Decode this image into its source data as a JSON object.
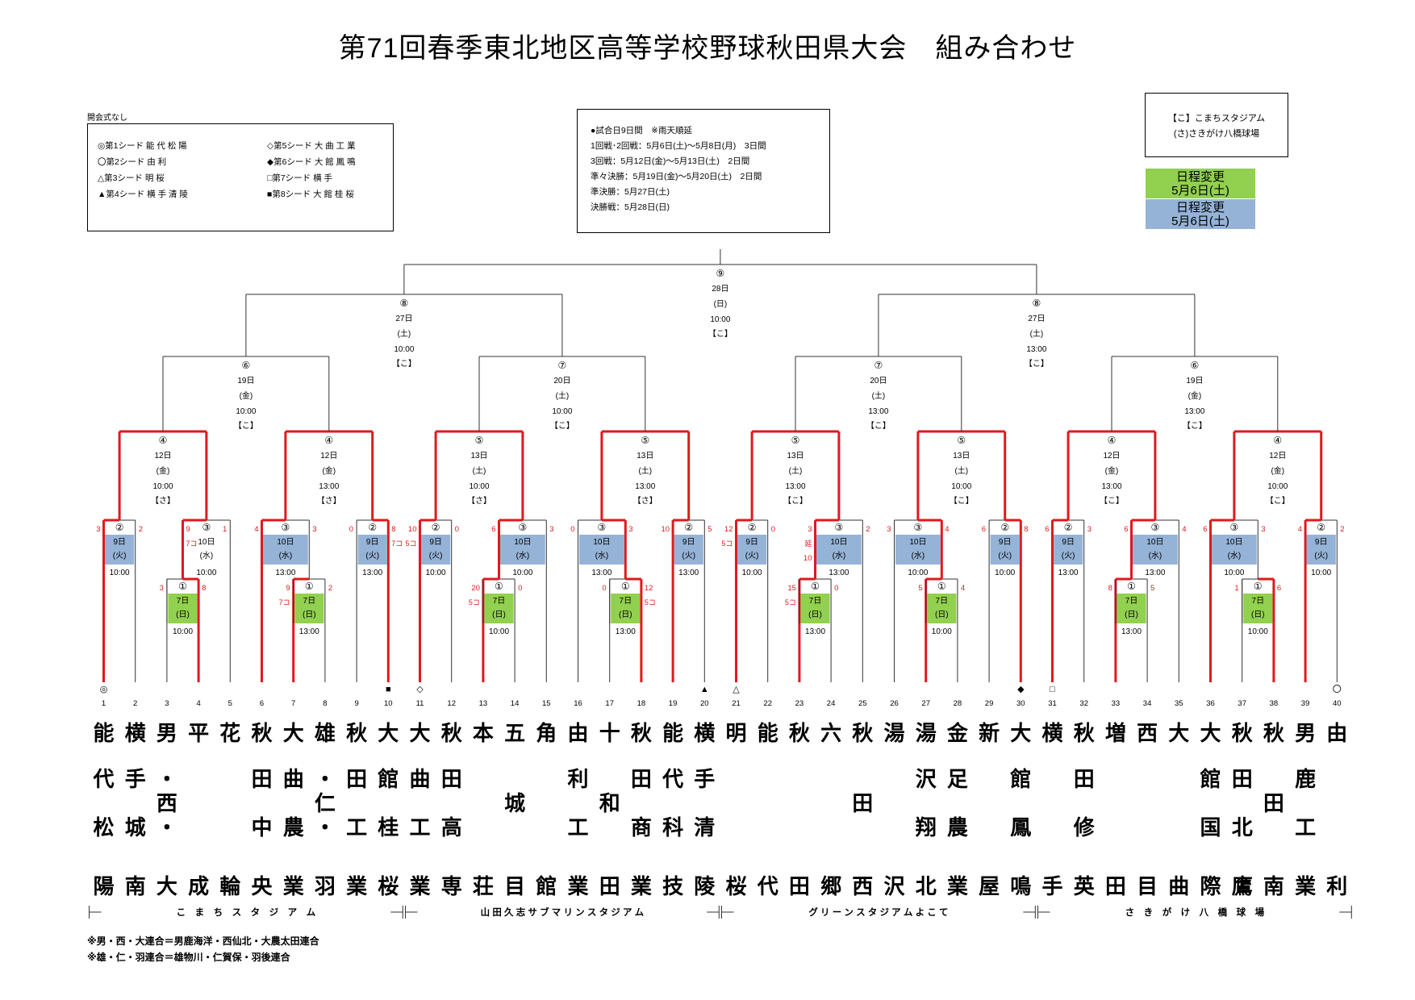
{
  "title": "第71回春季東北地区高等学校野球秋田県大会　組み合わせ",
  "opening": "開会式なし",
  "seeds_left": [
    "◎第1シード  能  代  松  陽",
    "〇第2シード  由           利",
    "△第3シード  明           桜",
    "▲第4シード  横  手  清  陵"
  ],
  "seeds_right": [
    "◇第5シード  大  曲  工  業",
    "◆第6シード  大  館  鳳  鳴",
    "□第7シード  横           手",
    "■第8シード  大  館  桂  桜"
  ],
  "schedule": [
    "●試合日9日間　※雨天順延",
    "1回戦･2回戦：5月6日(土)～5月8日(月)　3日間",
    "3回戦：5月12日(金)～5月13日(土)　2日間",
    "準々決勝：5月19日(金)～5月20日(土)　2日間",
    "準決勝：5月27日(土)",
    "決勝戦：5月28日(日)"
  ],
  "venues": [
    "【こ】こまちスタジアム",
    "(さ)さきがけ八橋球場"
  ],
  "changes": [
    {
      "label": "日程変更",
      "date": "5月6日(土)",
      "color": "#92d050"
    },
    {
      "label": "日程変更",
      "date": "5月6日(土)",
      "color": "#95b3d7"
    }
  ],
  "teams": [
    {
      "no": "1",
      "mark": "◎",
      "name": [
        "能",
        "代",
        "",
        "松",
        "",
        "陽"
      ]
    },
    {
      "no": "2",
      "mark": "",
      "name": [
        "横",
        "手",
        "",
        "城",
        "",
        "南"
      ]
    },
    {
      "no": "3",
      "mark": "",
      "name": [
        "男",
        "・",
        "西",
        "・",
        "",
        "大"
      ]
    },
    {
      "no": "4",
      "mark": "",
      "name": [
        "平",
        "",
        "",
        "",
        "",
        "成"
      ]
    },
    {
      "no": "5",
      "mark": "",
      "name": [
        "花",
        "",
        "",
        "",
        "",
        "輪"
      ]
    },
    {
      "no": "6",
      "mark": "",
      "name": [
        "秋",
        "田",
        "",
        "中",
        "",
        "央"
      ]
    },
    {
      "no": "7",
      "mark": "",
      "name": [
        "大",
        "曲",
        "",
        "農",
        "",
        "業"
      ]
    },
    {
      "no": "8",
      "mark": "",
      "name": [
        "雄",
        "・",
        "仁",
        "・",
        "",
        "羽"
      ]
    },
    {
      "no": "9",
      "mark": "",
      "name": [
        "秋",
        "田",
        "",
        "工",
        "",
        "業"
      ]
    },
    {
      "no": "10",
      "mark": "■",
      "name": [
        "大",
        "館",
        "",
        "桂",
        "",
        "桜"
      ]
    },
    {
      "no": "11",
      "mark": "◇",
      "name": [
        "大",
        "曲",
        "",
        "工",
        "",
        "業"
      ]
    },
    {
      "no": "12",
      "mark": "",
      "name": [
        "秋",
        "田",
        "",
        "高",
        "",
        "専"
      ]
    },
    {
      "no": "13",
      "mark": "",
      "name": [
        "本",
        "",
        "",
        "",
        "",
        "荘"
      ]
    },
    {
      "no": "14",
      "mark": "",
      "name": [
        "五",
        "",
        "城",
        "",
        "",
        "目"
      ]
    },
    {
      "no": "15",
      "mark": "",
      "name": [
        "角",
        "",
        "",
        "",
        "",
        "館"
      ]
    },
    {
      "no": "16",
      "mark": "",
      "name": [
        "由",
        "利",
        "",
        "工",
        "",
        "業"
      ]
    },
    {
      "no": "17",
      "mark": "",
      "name": [
        "十",
        "",
        "和",
        "",
        "",
        "田"
      ]
    },
    {
      "no": "18",
      "mark": "",
      "name": [
        "秋",
        "田",
        "",
        "商",
        "",
        "業"
      ]
    },
    {
      "no": "19",
      "mark": "",
      "name": [
        "能",
        "代",
        "",
        "科",
        "",
        "技"
      ]
    },
    {
      "no": "20",
      "mark": "▲",
      "name": [
        "横",
        "手",
        "",
        "清",
        "",
        "陵"
      ]
    },
    {
      "no": "21",
      "mark": "△",
      "name": [
        "明",
        "",
        "",
        "",
        "",
        "桜"
      ]
    },
    {
      "no": "22",
      "mark": "",
      "name": [
        "能",
        "",
        "",
        "",
        "",
        "代"
      ]
    },
    {
      "no": "23",
      "mark": "",
      "name": [
        "秋",
        "",
        "",
        "",
        "",
        "田"
      ]
    },
    {
      "no": "24",
      "mark": "",
      "name": [
        "六",
        "",
        "",
        "",
        "",
        "郷"
      ]
    },
    {
      "no": "25",
      "mark": "",
      "name": [
        "秋",
        "",
        "田",
        "",
        "",
        "西"
      ]
    },
    {
      "no": "26",
      "mark": "",
      "name": [
        "湯",
        "",
        "",
        "",
        "",
        "沢"
      ]
    },
    {
      "no": "27",
      "mark": "",
      "name": [
        "湯",
        "沢",
        "",
        "翔",
        "",
        "北"
      ]
    },
    {
      "no": "28",
      "mark": "",
      "name": [
        "金",
        "足",
        "",
        "農",
        "",
        "業"
      ]
    },
    {
      "no": "29",
      "mark": "",
      "name": [
        "新",
        "",
        "",
        "",
        "",
        "屋"
      ]
    },
    {
      "no": "30",
      "mark": "◆",
      "name": [
        "大",
        "館",
        "",
        "鳳",
        "",
        "鳴"
      ]
    },
    {
      "no": "31",
      "mark": "□",
      "name": [
        "横",
        "",
        "",
        "",
        "",
        "手"
      ]
    },
    {
      "no": "32",
      "mark": "",
      "name": [
        "秋",
        "田",
        "",
        "修",
        "",
        "英"
      ]
    },
    {
      "no": "33",
      "mark": "",
      "name": [
        "増",
        "",
        "",
        "",
        "",
        "田"
      ]
    },
    {
      "no": "34",
      "mark": "",
      "name": [
        "西",
        "",
        "",
        "",
        "",
        "目"
      ]
    },
    {
      "no": "35",
      "mark": "",
      "name": [
        "大",
        "",
        "",
        "",
        "",
        "曲"
      ]
    },
    {
      "no": "36",
      "mark": "",
      "name": [
        "大",
        "館",
        "",
        "国",
        "",
        "際"
      ]
    },
    {
      "no": "37",
      "mark": "",
      "name": [
        "秋",
        "田",
        "",
        "北",
        "",
        "鷹"
      ]
    },
    {
      "no": "38",
      "mark": "",
      "name": [
        "秋",
        "",
        "田",
        "",
        "",
        "南"
      ]
    },
    {
      "no": "39",
      "mark": "",
      "name": [
        "男",
        "鹿",
        "",
        "工",
        "",
        "業"
      ]
    },
    {
      "no": "40",
      "mark": "〇",
      "name": [
        "由",
        "",
        "",
        "",
        "",
        "利"
      ]
    }
  ],
  "first_round": [
    {
      "left": "3",
      "right": "4",
      "winner": "right",
      "ls": "3",
      "rs": "8",
      "date": "7日",
      "dow": "(日)",
      "time": "10:00",
      "c": "#92d050"
    },
    {
      "left": "7",
      "right": "8",
      "winner": "left",
      "ls": "9",
      "lsx": "7コ",
      "rs": "2",
      "date": "7日",
      "dow": "(日)",
      "time": "13:00",
      "c": "#92d050"
    },
    {
      "left": "13",
      "right": "14",
      "winner": "left",
      "ls": "20",
      "lsx": "5コ",
      "rs": "0",
      "date": "7日",
      "dow": "(日)",
      "time": "10:00",
      "c": "#92d050"
    },
    {
      "left": "17",
      "right": "18",
      "winner": "right",
      "ls": "0",
      "rs": "12",
      "rsx": "5コ",
      "date": "7日",
      "dow": "(日)",
      "time": "13:00",
      "c": "#92d050"
    },
    {
      "left": "23",
      "right": "24",
      "winner": "left",
      "ls": "15",
      "lsx": "5コ",
      "rs": "0",
      "date": "7日",
      "dow": "(日)",
      "time": "13:00",
      "c": "#92d050"
    },
    {
      "left": "27",
      "right": "28",
      "winner": "left",
      "ls": "5",
      "rs": "4",
      "date": "7日",
      "dow": "(日)",
      "time": "10:00",
      "c": "#92d050"
    },
    {
      "left": "33",
      "right": "34",
      "winner": "left",
      "ls": "8",
      "rs": "5",
      "date": "7日",
      "dow": "(日)",
      "time": "13:00",
      "c": "#92d050"
    },
    {
      "left": "37",
      "right": "38",
      "winner": "right",
      "ls": "1",
      "rs": "6",
      "date": "7日",
      "dow": "(日)",
      "time": "10:00",
      "c": "#92d050"
    }
  ],
  "second_round": [
    {
      "lbl": "②",
      "l": "1",
      "r": "2",
      "winner": "left",
      "ls": "3",
      "rs": "2",
      "date": "9日",
      "dow": "(火)",
      "time": "10:00"
    },
    {
      "lbl": "③",
      "l": "5",
      "r": "G0",
      "winner": "right",
      "ls": "1",
      "rs": "9",
      "rsx": "7コ",
      "date": "10日",
      "dow": "(水)",
      "time": "10:00"
    },
    {
      "lbl": "③",
      "l": "6",
      "r": "G1",
      "winner": "left",
      "ls": "4",
      "rs": "3",
      "date": "10日",
      "dow": "(水)",
      "time": "13:00"
    },
    {
      "lbl": "②",
      "l": "9",
      "r": "10",
      "winner": "right",
      "ls": "0",
      "rs": "8",
      "rsx": "7コ",
      "date": "9日",
      "dow": "(火)",
      "time": "13:00"
    },
    {
      "lbl": "②",
      "l": "11",
      "r": "12",
      "winner": "left",
      "ls": "10",
      "lsx": "5コ",
      "rs": "0",
      "date": "9日",
      "dow": "(火)",
      "time": "10:00"
    },
    {
      "lbl": "③",
      "l": "G2",
      "r": "15",
      "winner": "left",
      "ls": "6",
      "rs": "3",
      "date": "10日",
      "dow": "(水)",
      "time": "10:00"
    },
    {
      "lbl": "③",
      "l": "16",
      "r": "G3",
      "winner": "right",
      "ls": "0",
      "rs": "3",
      "date": "10日",
      "dow": "(水)",
      "time": "13:00"
    },
    {
      "lbl": "②",
      "l": "19",
      "r": "20",
      "winner": "left",
      "ls": "10",
      "rs": "5",
      "date": "9日",
      "dow": "(火)",
      "time": "13:00"
    },
    {
      "lbl": "②",
      "l": "21",
      "r": "22",
      "winner": "left",
      "ls": "12",
      "lsx": "5コ",
      "rs": "0",
      "date": "9日",
      "dow": "(火)",
      "time": "10:00"
    },
    {
      "lbl": "③",
      "l": "G4",
      "r": "25",
      "winner": "left",
      "ls": "3",
      "lsx": "延",
      "ls2": "10",
      "rs": "2",
      "date": "10日",
      "dow": "(水)",
      "time": "13:00"
    },
    {
      "lbl": "③",
      "l": "26",
      "r": "G5",
      "winner": "right",
      "ls": "3",
      "rs": "4",
      "date": "10日",
      "dow": "(水)",
      "time": "10:00"
    },
    {
      "lbl": "②",
      "l": "29",
      "r": "30",
      "winner": "right",
      "ls": "6",
      "rs": "8",
      "date": "9日",
      "dow": "(火)",
      "time": "10:00"
    },
    {
      "lbl": "②",
      "l": "31",
      "r": "32",
      "winner": "left",
      "ls": "6",
      "rs": "3",
      "date": "9日",
      "dow": "(火)",
      "time": "13:00"
    },
    {
      "lbl": "③",
      "l": "G6",
      "r": "35",
      "winner": "left",
      "ls": "6",
      "rs": "4",
      "date": "10日",
      "dow": "(水)",
      "time": "13:00"
    },
    {
      "lbl": "③",
      "l": "36",
      "r": "G7",
      "winner": "left",
      "ls": "6",
      "rs": "3",
      "date": "10日",
      "dow": "(水)",
      "time": "10:00"
    },
    {
      "lbl": "②",
      "l": "39",
      "r": "40",
      "winner": "left",
      "ls": "4",
      "rs": "2",
      "date": "9日",
      "dow": "(火)",
      "time": "10:00"
    }
  ],
  "third_round": [
    {
      "lbl": "④",
      "date": "12日",
      "dow": "(金)",
      "time": "10:00",
      "venue": "【さ】"
    },
    {
      "lbl": "④",
      "date": "12日",
      "dow": "(金)",
      "time": "13:00",
      "venue": "【さ】"
    },
    {
      "lbl": "⑤",
      "date": "13日",
      "dow": "(土)",
      "time": "10:00",
      "venue": "【さ】"
    },
    {
      "lbl": "⑤",
      "date": "13日",
      "dow": "(土)",
      "time": "13:00",
      "venue": "【さ】"
    },
    {
      "lbl": "⑤",
      "date": "13日",
      "dow": "(土)",
      "time": "13:00",
      "venue": "【こ】"
    },
    {
      "lbl": "⑤",
      "date": "13日",
      "dow": "(土)",
      "time": "10:00",
      "venue": "【こ】"
    },
    {
      "lbl": "④",
      "date": "12日",
      "dow": "(金)",
      "time": "13:00",
      "venue": "【こ】"
    },
    {
      "lbl": "④",
      "date": "12日",
      "dow": "(金)",
      "time": "10:00",
      "venue": "【こ】"
    }
  ],
  "quarter": [
    {
      "lbl": "⑥",
      "date": "19日",
      "dow": "(金)",
      "time": "10:00",
      "venue": "【こ】"
    },
    {
      "lbl": "⑦",
      "date": "20日",
      "dow": "(土)",
      "time": "10:00",
      "venue": "【こ】"
    },
    {
      "lbl": "⑦",
      "date": "20日",
      "dow": "(土)",
      "time": "13:00",
      "venue": "【こ】"
    },
    {
      "lbl": "⑥",
      "date": "19日",
      "dow": "(金)",
      "time": "13:00",
      "venue": "【こ】"
    }
  ],
  "semi": [
    {
      "lbl": "⑧",
      "date": "27日",
      "dow": "(土)",
      "time": "10:00",
      "venue": "【こ】"
    },
    {
      "lbl": "⑧",
      "date": "27日",
      "dow": "(土)",
      "time": "13:00",
      "venue": "【こ】"
    }
  ],
  "final": {
    "lbl": "⑨",
    "date": "28日",
    "dow": "(日)",
    "time": "10:00",
    "venue": "【こ】"
  },
  "stadiums": [
    "こ　ま　ち　ス　タ　ジ　ア　ム",
    "山 田 久 志 サ ブ マ リ ン ス タ ジ ア ム",
    "グ リ ー ン ス タ ジ ア ム よ こ て",
    "さ　き　が　け　八　橋　球　場"
  ],
  "footnotes": [
    "※男・西・大連合＝男鹿海洋・西仙北・大農太田連合",
    "※雄・仁・羽連合＝雄物川・仁賀保・羽後連合"
  ]
}
